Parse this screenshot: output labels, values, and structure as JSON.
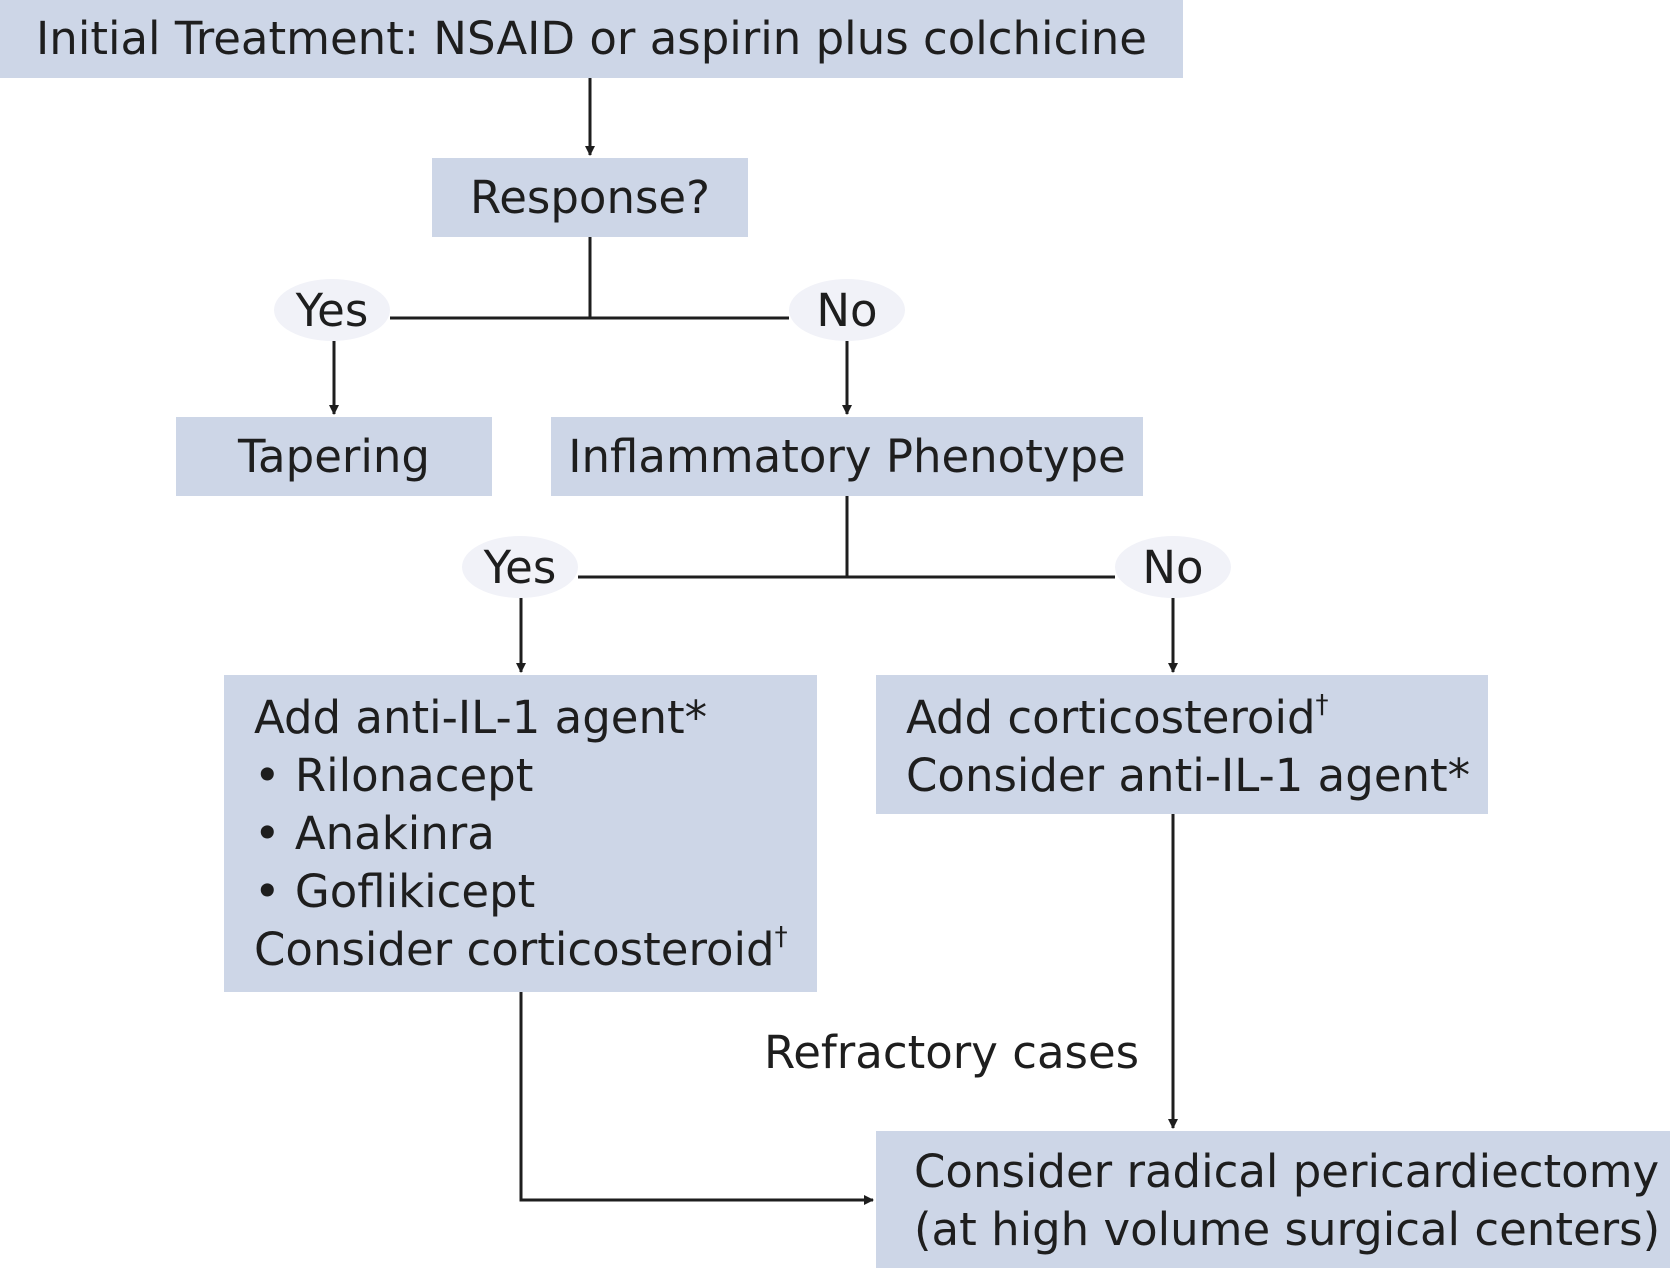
{
  "flowchart": {
    "initial_treatment": "Initial Treatment: NSAID or aspirin plus colchicine",
    "response": "Response?",
    "response_yes": "Yes",
    "response_no": "No",
    "tapering": "Tapering",
    "inflammatory_phenotype": "Inflammatory Phenotype",
    "phenotype_yes": "Yes",
    "phenotype_no": "No",
    "yes_branch": {
      "heading": "Add anti-IL-1 agent*",
      "agents": [
        "• Rilonacept",
        "• Anakinra",
        "• Goflikicept"
      ],
      "consider_text": "Consider corticosteroid",
      "consider_mark": "†"
    },
    "no_branch": {
      "add_text": "Add corticosteroid",
      "add_mark": "†",
      "consider": "Consider anti-IL-1 agent*"
    },
    "refractory_cases": "Refractory cases",
    "pericardiectomy": {
      "line1": "Consider radical pericardiectomy",
      "line2": "(at high volume surgical centers)"
    }
  },
  "colors": {
    "box_fill": "#cdd6e7",
    "oval_fill": "#f1f2f8",
    "line": "#1e1e1e"
  }
}
